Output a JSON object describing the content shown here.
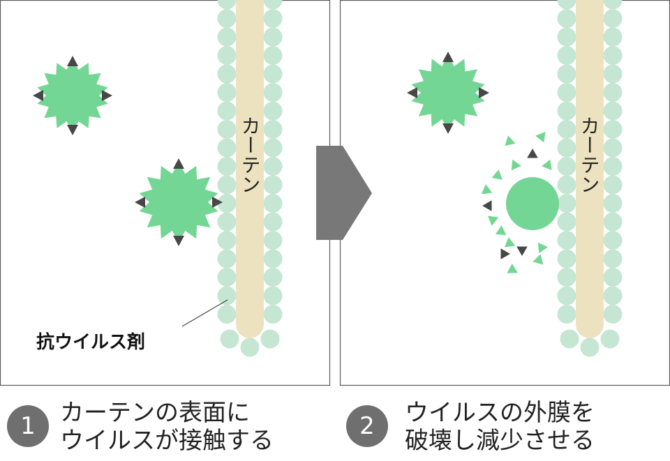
{
  "colors": {
    "virus": "#74d694",
    "spike": "#474747",
    "bead": "#c4e6d2",
    "curtain": "#ede2c0",
    "frame": "#5a5a5a",
    "arrow": "#787878",
    "badge": "#6f6f6f"
  },
  "panel1": {
    "curtain_label": "カーテン",
    "agent_label": "抗ウイルス剤"
  },
  "panel2": {
    "curtain_label": "カーテン"
  },
  "steps": [
    {
      "number": "1",
      "line1": "カーテンの表面に",
      "line2": "ウイルスが接触する"
    },
    {
      "number": "2",
      "line1": "ウイルスの外膜を",
      "line2": "破壊し減少させる"
    }
  ]
}
